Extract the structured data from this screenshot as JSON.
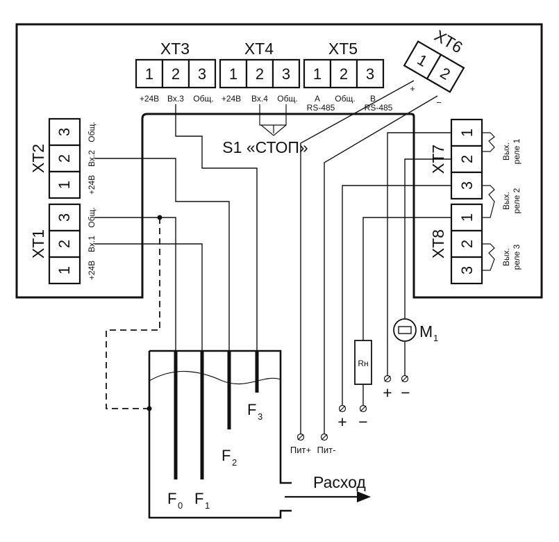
{
  "terminals": {
    "xt3": {
      "name": "XT3",
      "pins": [
        "1",
        "2",
        "3"
      ],
      "labels": [
        "+24В",
        "Вх.3",
        "Общ."
      ]
    },
    "xt4": {
      "name": "XT4",
      "pins": [
        "1",
        "2",
        "3"
      ],
      "labels": [
        "+24В",
        "Вх.4",
        "Общ."
      ]
    },
    "xt5": {
      "name": "XT5",
      "pins": [
        "1",
        "2",
        "3"
      ],
      "labels": [
        "A",
        "Общ.",
        "B"
      ],
      "sublabel_a": "RS-485",
      "sublabel_b": "RS-485"
    },
    "xt6": {
      "name": "XT6",
      "pins": [
        "1",
        "2"
      ],
      "plus": "+",
      "minus": "−"
    },
    "xt2": {
      "name": "XT2",
      "pins": [
        "1",
        "2",
        "3"
      ],
      "labels": [
        "+24В",
        "Вх.2",
        "Общ."
      ]
    },
    "xt1": {
      "name": "XT1",
      "pins": [
        "1",
        "2",
        "3"
      ],
      "labels": [
        "+24В",
        "Вх.1",
        "Общ."
      ]
    },
    "xt7": {
      "name": "XT7",
      "pins": [
        "1",
        "2",
        "3"
      ]
    },
    "xt8": {
      "name": "XT8",
      "pins": [
        "1",
        "2",
        "3"
      ]
    }
  },
  "switch_label": "S1 «СТОП»",
  "relays": [
    {
      "line1": "Вых.",
      "line2": "реле 1"
    },
    {
      "line1": "Вых.",
      "line2": "реле 2"
    },
    {
      "line1": "Вых.",
      "line2": "реле 3"
    }
  ],
  "motor": {
    "name": "M",
    "sub": "1",
    "plus": "+",
    "minus": "−"
  },
  "load": {
    "name": "Rн",
    "plus": "+",
    "minus": "−"
  },
  "power": {
    "plus": "Пит+",
    "minus": "Пит-"
  },
  "tank": {
    "outflow": "Расход",
    "probes": [
      {
        "name": "F",
        "sub": "0"
      },
      {
        "name": "F",
        "sub": "1"
      },
      {
        "name": "F",
        "sub": "2"
      },
      {
        "name": "F",
        "sub": "3"
      }
    ]
  }
}
